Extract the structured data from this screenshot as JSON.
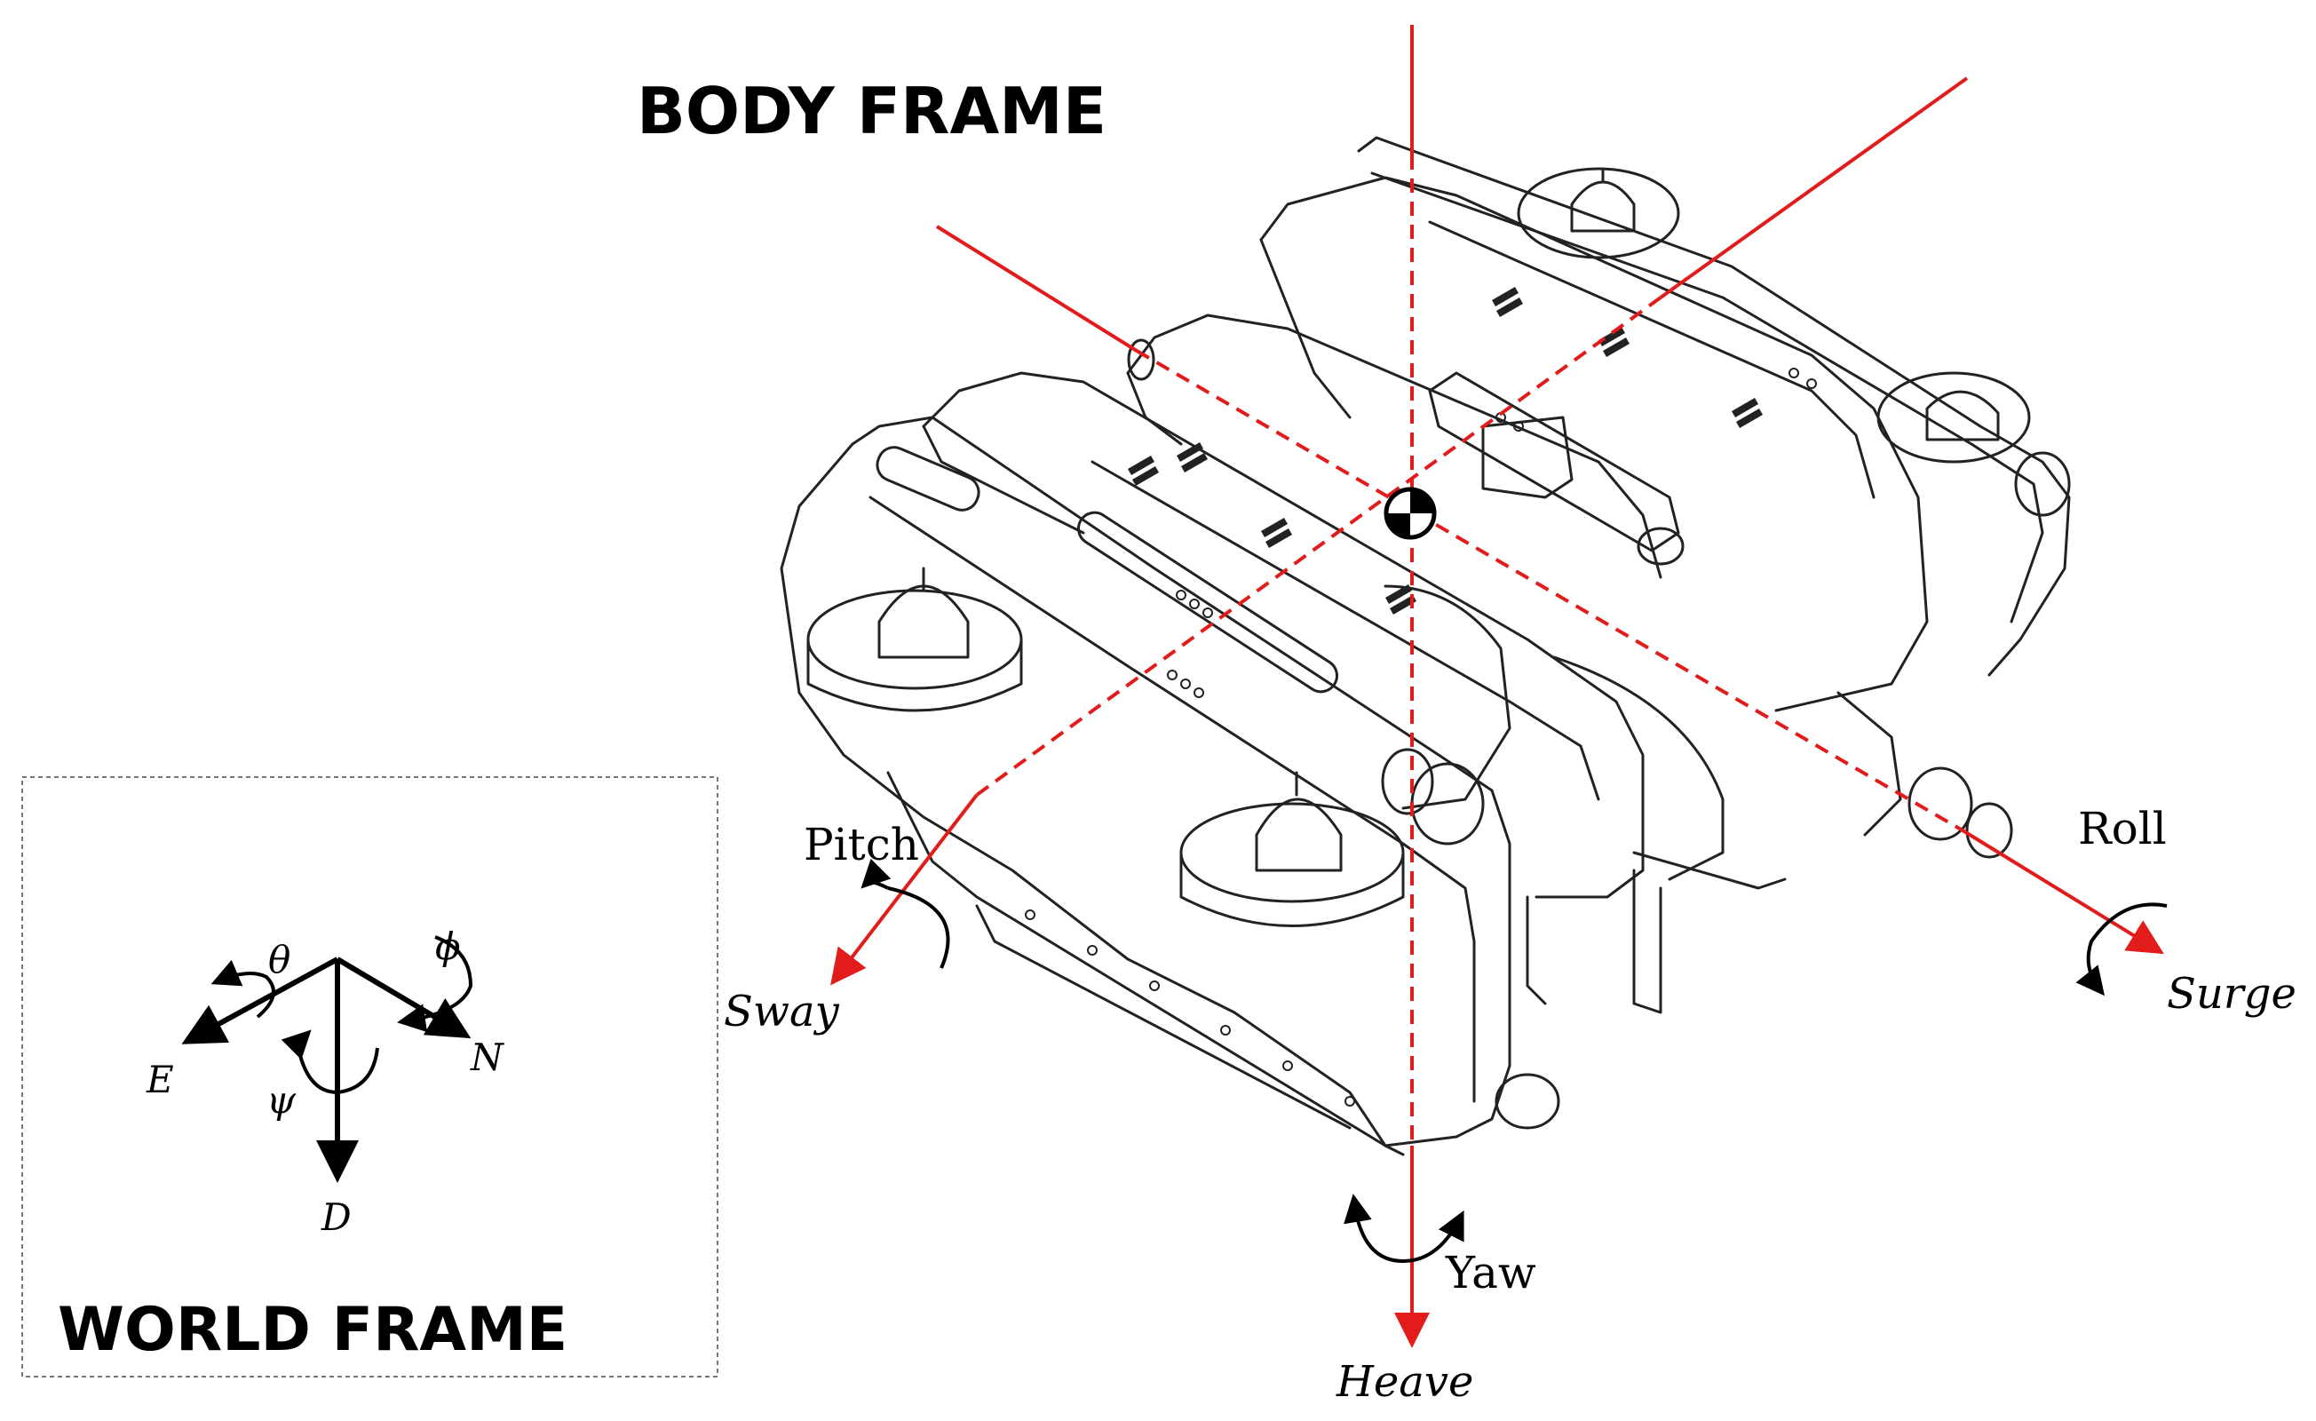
{
  "body_frame": {
    "title": "BODY FRAME",
    "rotations": {
      "pitch": "Pitch",
      "roll": "Roll",
      "yaw": "Yaw"
    },
    "translations": {
      "sway": "Sway",
      "surge": "Surge",
      "heave": "Heave"
    },
    "axis_color": "#e21b1b"
  },
  "world_frame": {
    "title": "WORLD FRAME",
    "axes": {
      "east": "E",
      "north": "N",
      "down": "D"
    },
    "angles": {
      "theta": "θ",
      "phi": "ϕ",
      "psi": "ψ"
    }
  }
}
